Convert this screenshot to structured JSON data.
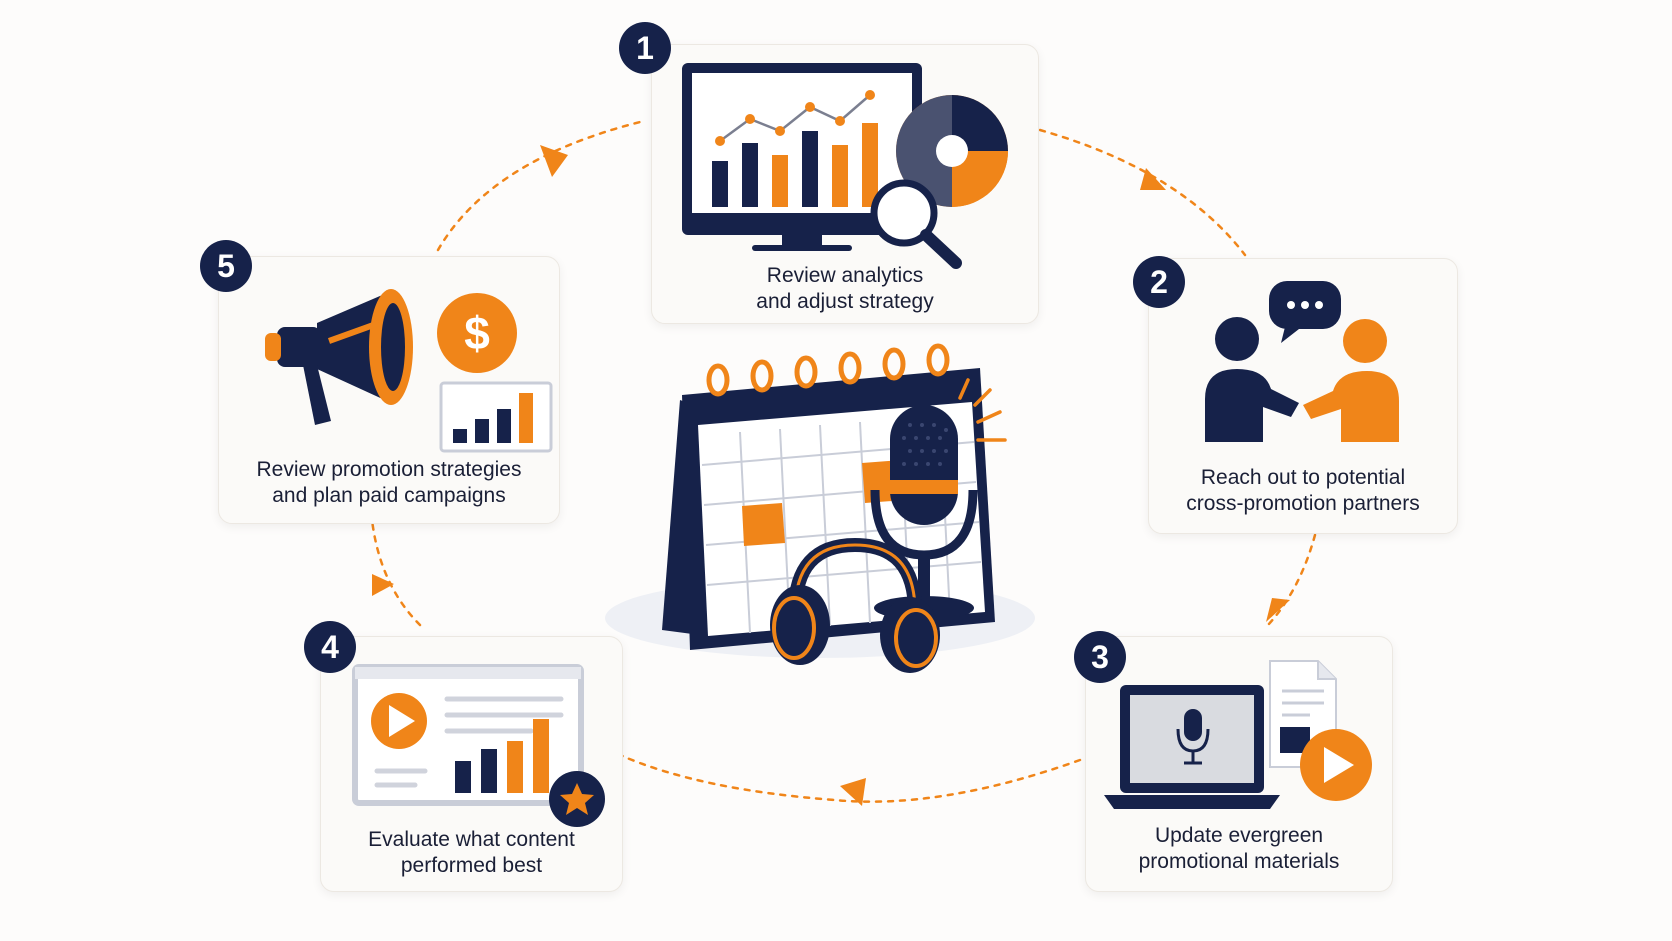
{
  "colors": {
    "navy": "#16224a",
    "orange": "#f08519",
    "card_bg": "#fbfaf8",
    "arrow": "#f08519"
  },
  "center": {
    "icons": [
      "calendar-icon",
      "microphone-icon",
      "headphones-icon"
    ]
  },
  "steps": [
    {
      "number": "1",
      "line1": "Review analytics",
      "line2": "and adjust strategy",
      "icon": "analytics-dashboard-icon"
    },
    {
      "number": "2",
      "line1": "Reach out to potential",
      "line2": "cross-promotion partners",
      "icon": "handshake-icon"
    },
    {
      "number": "3",
      "line1": "Update evergreen",
      "line2": "promotional materials",
      "icon": "laptop-media-icon"
    },
    {
      "number": "4",
      "line1": "Evaluate what content",
      "line2": "performed best",
      "icon": "content-performance-icon"
    },
    {
      "number": "5",
      "line1": "Review promotion strategies",
      "line2": "and plan paid campaigns",
      "icon": "megaphone-icon"
    }
  ]
}
